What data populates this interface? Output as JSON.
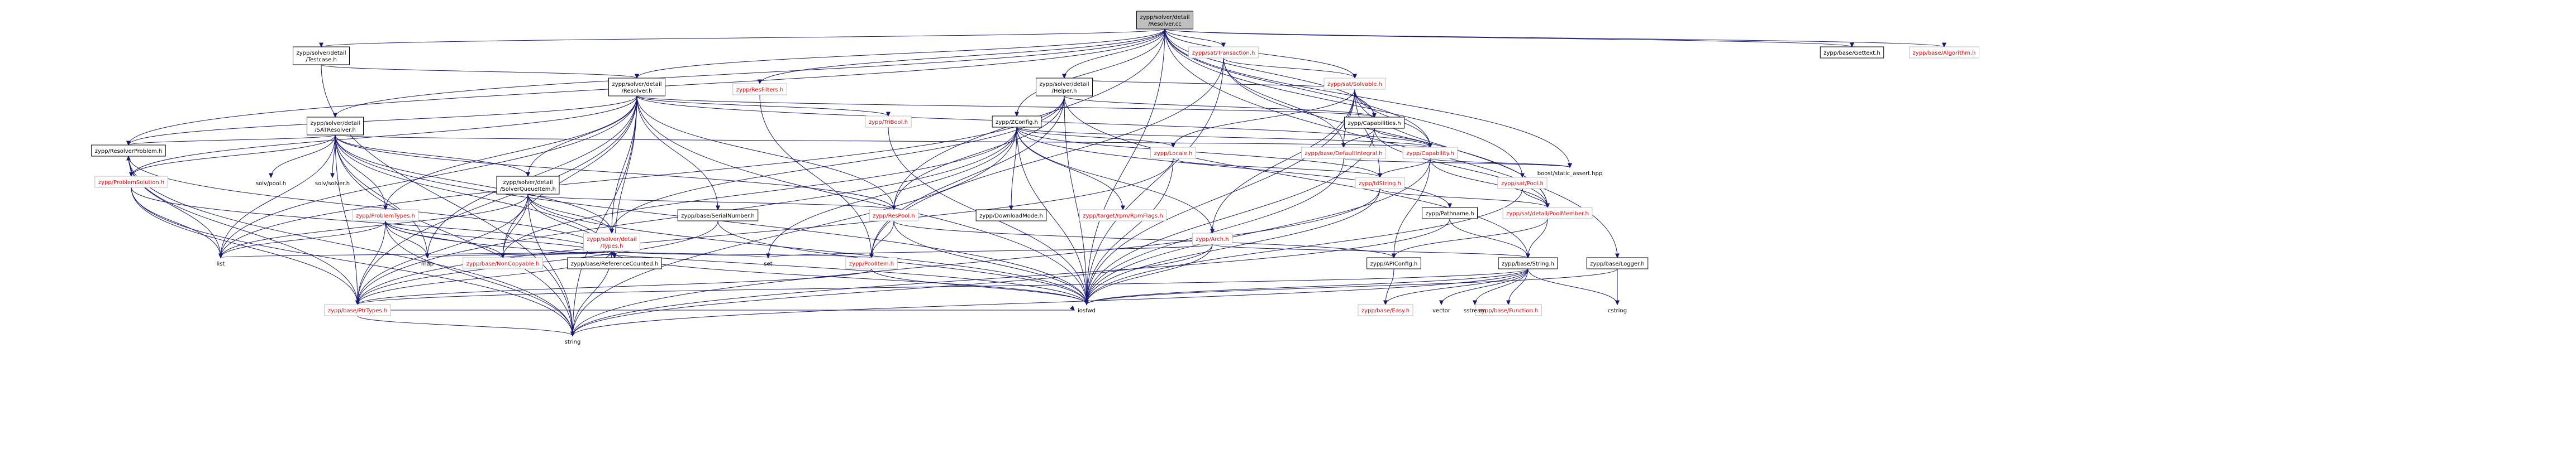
{
  "diagram": {
    "colors": {
      "edge": "#191970",
      "node_fill": "#ffffff",
      "node_border_linked": "#000000",
      "node_border_missing": "#bfbfbf",
      "root_fill": "#bfbfbf",
      "label_linked": "#000000",
      "label_missing": "#ff0000",
      "label_external": "#000000"
    },
    "nodes": [
      {
        "id": "resolver_cc",
        "lines": [
          "zypp/solver/detail",
          "/Resolver.cc"
        ],
        "kind": "root"
      },
      {
        "id": "testcase_h",
        "lines": [
          "zypp/solver/detail",
          "/Testcase.h"
        ],
        "kind": "linked"
      },
      {
        "id": "resolver_h",
        "lines": [
          "zypp/solver/detail",
          "/Resolver.h"
        ],
        "kind": "linked"
      },
      {
        "id": "satresolver_h",
        "lines": [
          "zypp/solver/detail",
          "/SATResolver.h"
        ],
        "kind": "linked"
      },
      {
        "id": "helper_h",
        "lines": [
          "zypp/solver/detail",
          "/Helper.h"
        ],
        "kind": "linked"
      },
      {
        "id": "solverqueueitem_h",
        "lines": [
          "zypp/solver/detail",
          "/SolverQueueItem.h"
        ],
        "kind": "linked"
      },
      {
        "id": "types_h",
        "lines": [
          "zypp/solver/detail",
          "/Types.h"
        ],
        "kind": "missing"
      },
      {
        "id": "resfilters_h",
        "lines": [
          "zypp/ResFilters.h"
        ],
        "kind": "missing"
      },
      {
        "id": "sat_transaction_h",
        "lines": [
          "zypp/sat/Transaction.h"
        ],
        "kind": "missing"
      },
      {
        "id": "sat_solvable_h",
        "lines": [
          "zypp/sat/Solvable.h"
        ],
        "kind": "missing"
      },
      {
        "id": "capabilities_h",
        "lines": [
          "zypp/Capabilities.h"
        ],
        "kind": "linked"
      },
      {
        "id": "base_gettext_h",
        "lines": [
          "zypp/base/Gettext.h"
        ],
        "kind": "linked"
      },
      {
        "id": "base_algorithm_h",
        "lines": [
          "zypp/base/Algorithm.h"
        ],
        "kind": "missing"
      },
      {
        "id": "tribool_h",
        "lines": [
          "zypp/TriBool.h"
        ],
        "kind": "missing"
      },
      {
        "id": "zconfig_h",
        "lines": [
          "zypp/ZConfig.h"
        ],
        "kind": "linked"
      },
      {
        "id": "locale_h",
        "lines": [
          "zypp/Locale.h"
        ],
        "kind": "missing"
      },
      {
        "id": "capability_h",
        "lines": [
          "zypp/Capability.h"
        ],
        "kind": "missing"
      },
      {
        "id": "default_integral_h",
        "lines": [
          "zypp/base/DefaultIntegral.h"
        ],
        "kind": "missing"
      },
      {
        "id": "idstring_h",
        "lines": [
          "zypp/IdString.h"
        ],
        "kind": "missing"
      },
      {
        "id": "sat_pool_h",
        "lines": [
          "zypp/sat/Pool.h"
        ],
        "kind": "missing"
      },
      {
        "id": "pathname_h",
        "lines": [
          "zypp/Pathname.h"
        ],
        "kind": "linked"
      },
      {
        "id": "pool_member_h",
        "lines": [
          "zypp/sat/detail/PoolMember.h"
        ],
        "kind": "missing"
      },
      {
        "id": "boost_static_assert",
        "lines": [
          "boost/static_assert.hpp"
        ],
        "kind": "external"
      },
      {
        "id": "resolver_problem_h",
        "lines": [
          "zypp/ResolverProblem.h"
        ],
        "kind": "linked"
      },
      {
        "id": "problem_solution_h",
        "lines": [
          "zypp/ProblemSolution.h"
        ],
        "kind": "missing"
      },
      {
        "id": "solv_pool_h",
        "lines": [
          "solv/pool.h"
        ],
        "kind": "external"
      },
      {
        "id": "solv_solver_h",
        "lines": [
          "solv/solver.h"
        ],
        "kind": "external"
      },
      {
        "id": "problem_types_h",
        "lines": [
          "zypp/ProblemTypes.h"
        ],
        "kind": "missing"
      },
      {
        "id": "serial_number_h",
        "lines": [
          "zypp/base/SerialNumber.h"
        ],
        "kind": "linked"
      },
      {
        "id": "respool_h",
        "lines": [
          "zypp/ResPool.h"
        ],
        "kind": "missing"
      },
      {
        "id": "download_mode_h",
        "lines": [
          "zypp/DownloadMode.h"
        ],
        "kind": "linked"
      },
      {
        "id": "rpm_flags_h",
        "lines": [
          "zypp/target/rpm/RpmFlags.h"
        ],
        "kind": "missing"
      },
      {
        "id": "arch_h",
        "lines": [
          "zypp/Arch.h"
        ],
        "kind": "missing"
      },
      {
        "id": "apiconfig_h",
        "lines": [
          "zypp/APIConfig.h"
        ],
        "kind": "linked"
      },
      {
        "id": "base_string_h",
        "lines": [
          "zypp/base/String.h"
        ],
        "kind": "linked"
      },
      {
        "id": "base_logger_h",
        "lines": [
          "zypp/base/Logger.h"
        ],
        "kind": "linked"
      },
      {
        "id": "ptr_types_h",
        "lines": [
          "zypp/base/PtrTypes.h"
        ],
        "kind": "missing"
      },
      {
        "id": "noncopyable_h",
        "lines": [
          "zypp/base/NonCopyable.h"
        ],
        "kind": "missing"
      },
      {
        "id": "reference_counted_h",
        "lines": [
          "zypp/base/ReferenceCounted.h"
        ],
        "kind": "linked"
      },
      {
        "id": "poolitem_h",
        "lines": [
          "zypp/PoolItem.h"
        ],
        "kind": "missing"
      },
      {
        "id": "easy_h",
        "lines": [
          "zypp/base/Easy.h"
        ],
        "kind": "missing"
      },
      {
        "id": "function_h",
        "lines": [
          "zypp/base/Function.h"
        ],
        "kind": "missing"
      },
      {
        "id": "std_list",
        "lines": [
          "list"
        ],
        "kind": "external"
      },
      {
        "id": "std_map",
        "lines": [
          "map"
        ],
        "kind": "external"
      },
      {
        "id": "std_set",
        "lines": [
          "set"
        ],
        "kind": "external"
      },
      {
        "id": "std_iosfwd",
        "lines": [
          "iosfwd"
        ],
        "kind": "external"
      },
      {
        "id": "std_string",
        "lines": [
          "string"
        ],
        "kind": "external"
      },
      {
        "id": "std_vector",
        "lines": [
          "vector"
        ],
        "kind": "external"
      },
      {
        "id": "std_sstream",
        "lines": [
          "sstream"
        ],
        "kind": "external"
      },
      {
        "id": "std_cstring",
        "lines": [
          "cstring"
        ],
        "kind": "external"
      }
    ],
    "edges": [
      [
        "resolver_cc",
        "testcase_h"
      ],
      [
        "resolver_cc",
        "resolver_h"
      ],
      [
        "resolver_cc",
        "satresolver_h"
      ],
      [
        "resolver_cc",
        "helper_h"
      ],
      [
        "resolver_cc",
        "resfilters_h"
      ],
      [
        "resolver_cc",
        "sat_transaction_h"
      ],
      [
        "resolver_cc",
        "sat_solvable_h"
      ],
      [
        "resolver_cc",
        "capabilities_h"
      ],
      [
        "resolver_cc",
        "base_gettext_h"
      ],
      [
        "resolver_cc",
        "base_algorithm_h"
      ],
      [
        "resolver_cc",
        "zconfig_h"
      ],
      [
        "resolver_cc",
        "respool_h"
      ],
      [
        "resolver_cc",
        "sat_pool_h"
      ],
      [
        "resolver_cc",
        "base_logger_h"
      ],
      [
        "resolver_cc",
        "boost_static_assert"
      ],
      [
        "resolver_cc",
        "std_iosfwd"
      ],
      [
        "resolver_cc",
        "resolver_problem_h"
      ],
      [
        "resolver_cc",
        "capability_h"
      ],
      [
        "testcase_h",
        "resolver_h"
      ],
      [
        "testcase_h",
        "std_string"
      ],
      [
        "resolver_h",
        "std_list"
      ],
      [
        "resolver_h",
        "std_map"
      ],
      [
        "resolver_h",
        "std_string"
      ],
      [
        "resolver_h",
        "ptr_types_h"
      ],
      [
        "resolver_h",
        "respool_h"
      ],
      [
        "resolver_h",
        "tribool_h"
      ],
      [
        "resolver_h",
        "types_h"
      ],
      [
        "resolver_h",
        "solverqueueitem_h"
      ],
      [
        "resolver_h",
        "problem_types_h"
      ],
      [
        "resolver_h",
        "resolver_problem_h"
      ],
      [
        "resolver_h",
        "problem_solution_h"
      ],
      [
        "resolver_h",
        "serial_number_h"
      ],
      [
        "resolver_h",
        "capabilities_h"
      ],
      [
        "resolver_h",
        "capability_h"
      ],
      [
        "resolver_h",
        "std_iosfwd"
      ],
      [
        "resolver_h",
        "reference_counted_h"
      ],
      [
        "resolver_h",
        "noncopyable_h"
      ],
      [
        "satresolver_h",
        "std_iosfwd"
      ],
      [
        "satresolver_h",
        "std_list"
      ],
      [
        "satresolver_h",
        "std_map"
      ],
      [
        "satresolver_h",
        "std_string"
      ],
      [
        "satresolver_h",
        "respool_h"
      ],
      [
        "satresolver_h",
        "ptr_types_h"
      ],
      [
        "satresolver_h",
        "reference_counted_h"
      ],
      [
        "satresolver_h",
        "resolver_problem_h"
      ],
      [
        "satresolver_h",
        "problem_solution_h"
      ],
      [
        "satresolver_h",
        "capability_h"
      ],
      [
        "satresolver_h",
        "solverqueueitem_h"
      ],
      [
        "satresolver_h",
        "solv_pool_h"
      ],
      [
        "satresolver_h",
        "solv_solver_h"
      ],
      [
        "satresolver_h",
        "problem_types_h"
      ],
      [
        "satresolver_h",
        "types_h"
      ],
      [
        "helper_h",
        "std_iosfwd"
      ],
      [
        "helper_h",
        "std_list"
      ],
      [
        "helper_h",
        "respool_h"
      ],
      [
        "helper_h",
        "poolitem_h"
      ],
      [
        "helper_h",
        "types_h"
      ],
      [
        "helper_h",
        "capabilities_h"
      ],
      [
        "helper_h",
        "sat_solvable_h"
      ],
      [
        "helper_h",
        "base_string_h"
      ],
      [
        "solverqueueitem_h",
        "std_iosfwd"
      ],
      [
        "solverqueueitem_h",
        "std_list"
      ],
      [
        "solverqueueitem_h",
        "std_string"
      ],
      [
        "solverqueueitem_h",
        "reference_counted_h"
      ],
      [
        "solverqueueitem_h",
        "noncopyable_h"
      ],
      [
        "solverqueueitem_h",
        "ptr_types_h"
      ],
      [
        "solverqueueitem_h",
        "types_h"
      ],
      [
        "solverqueueitem_h",
        "respool_h"
      ],
      [
        "types_h",
        "std_iosfwd"
      ],
      [
        "types_h",
        "std_list"
      ],
      [
        "types_h",
        "std_set"
      ],
      [
        "types_h",
        "std_map"
      ],
      [
        "types_h",
        "std_string"
      ],
      [
        "types_h",
        "reference_counted_h"
      ],
      [
        "types_h",
        "noncopyable_h"
      ],
      [
        "types_h",
        "ptr_types_h"
      ],
      [
        "types_h",
        "poolitem_h"
      ],
      [
        "resfilters_h",
        "poolitem_h"
      ],
      [
        "sat_transaction_h",
        "std_iosfwd"
      ],
      [
        "sat_transaction_h",
        "sat_solvable_h"
      ],
      [
        "sat_transaction_h",
        "poolitem_h"
      ],
      [
        "sat_transaction_h",
        "default_integral_h"
      ],
      [
        "sat_transaction_h",
        "pool_member_h"
      ],
      [
        "sat_solvable_h",
        "std_iosfwd"
      ],
      [
        "sat_solvable_h",
        "pool_member_h"
      ],
      [
        "sat_solvable_h",
        "capabilities_h"
      ],
      [
        "sat_solvable_h",
        "capability_h"
      ],
      [
        "sat_solvable_h",
        "locale_h"
      ],
      [
        "sat_solvable_h",
        "arch_h"
      ],
      [
        "sat_solvable_h",
        "idstring_h"
      ],
      [
        "sat_solvable_h",
        "default_integral_h"
      ],
      [
        "capabilities_h",
        "capability_h"
      ],
      [
        "capabilities_h",
        "default_integral_h"
      ],
      [
        "capabilities_h",
        "std_iosfwd"
      ],
      [
        "capabilities_h",
        "pool_member_h"
      ],
      [
        "tribool_h",
        "std_iosfwd"
      ],
      [
        "zconfig_h",
        "std_iosfwd"
      ],
      [
        "zconfig_h",
        "std_set"
      ],
      [
        "zconfig_h",
        "std_string"
      ],
      [
        "zconfig_h",
        "noncopyable_h"
      ],
      [
        "zconfig_h",
        "ptr_types_h"
      ],
      [
        "zconfig_h",
        "download_mode_h"
      ],
      [
        "zconfig_h",
        "rpm_flags_h"
      ],
      [
        "zconfig_h",
        "arch_h"
      ],
      [
        "zconfig_h",
        "locale_h"
      ],
      [
        "zconfig_h",
        "pathname_h"
      ],
      [
        "zconfig_h",
        "idstring_h"
      ],
      [
        "zconfig_h",
        "capability_h"
      ],
      [
        "locale_h",
        "std_iosfwd"
      ],
      [
        "locale_h",
        "idstring_h"
      ],
      [
        "locale_h",
        "ptr_types_h"
      ],
      [
        "capability_h",
        "std_iosfwd"
      ],
      [
        "capability_h",
        "idstring_h"
      ],
      [
        "capability_h",
        "pool_member_h"
      ],
      [
        "capability_h",
        "apiconfig_h"
      ],
      [
        "capability_h",
        "boost_static_assert"
      ],
      [
        "default_integral_h",
        "std_iosfwd"
      ],
      [
        "default_integral_h",
        "boost_static_assert"
      ],
      [
        "idstring_h",
        "std_iosfwd"
      ],
      [
        "idstring_h",
        "std_string"
      ],
      [
        "idstring_h",
        "pool_member_h"
      ],
      [
        "sat_pool_h",
        "std_iosfwd"
      ],
      [
        "sat_pool_h",
        "pool_member_h"
      ],
      [
        "pathname_h",
        "std_string"
      ],
      [
        "pathname_h",
        "base_string_h"
      ],
      [
        "pool_member_h",
        "base_string_h"
      ],
      [
        "pool_member_h",
        "apiconfig_h"
      ],
      [
        "resolver_problem_h",
        "std_list"
      ],
      [
        "resolver_problem_h",
        "std_string"
      ],
      [
        "resolver_problem_h",
        "ptr_types_h"
      ],
      [
        "resolver_problem_h",
        "reference_counted_h"
      ],
      [
        "resolver_problem_h",
        "problem_solution_h"
      ],
      [
        "problem_solution_h",
        "std_list"
      ],
      [
        "problem_solution_h",
        "std_string"
      ],
      [
        "problem_solution_h",
        "ptr_types_h"
      ],
      [
        "problem_solution_h",
        "reference_counted_h"
      ],
      [
        "problem_solution_h",
        "resolver_problem_h"
      ],
      [
        "problem_types_h",
        "std_iosfwd"
      ],
      [
        "problem_types_h",
        "std_list"
      ],
      [
        "problem_types_h",
        "std_map"
      ],
      [
        "problem_types_h",
        "std_string"
      ],
      [
        "problem_types_h",
        "reference_counted_h"
      ],
      [
        "problem_types_h",
        "noncopyable_h"
      ],
      [
        "problem_types_h",
        "ptr_types_h"
      ],
      [
        "serial_number_h",
        "std_iosfwd"
      ],
      [
        "serial_number_h",
        "ptr_types_h"
      ],
      [
        "respool_h",
        "std_iosfwd"
      ],
      [
        "respool_h",
        "poolitem_h"
      ],
      [
        "respool_h",
        "apiconfig_h"
      ],
      [
        "arch_h",
        "std_iosfwd"
      ],
      [
        "arch_h",
        "std_set"
      ],
      [
        "arch_h",
        "std_string"
      ],
      [
        "arch_h",
        "base_string_h"
      ],
      [
        "apiconfig_h",
        "easy_h"
      ],
      [
        "base_string_h",
        "std_iosfwd"
      ],
      [
        "base_string_h",
        "std_vector"
      ],
      [
        "base_string_h",
        "std_sstream"
      ],
      [
        "base_string_h",
        "std_string"
      ],
      [
        "base_string_h",
        "std_cstring"
      ],
      [
        "base_string_h",
        "easy_h"
      ],
      [
        "base_string_h",
        "ptr_types_h"
      ],
      [
        "base_string_h",
        "function_h"
      ],
      [
        "base_logger_h",
        "std_iosfwd"
      ],
      [
        "base_logger_h",
        "std_cstring"
      ],
      [
        "ptr_types_h",
        "std_iosfwd"
      ],
      [
        "ptr_types_h",
        "std_string"
      ],
      [
        "poolitem_h",
        "std_iosfwd"
      ],
      [
        "poolitem_h",
        "ptr_types_h"
      ]
    ]
  }
}
